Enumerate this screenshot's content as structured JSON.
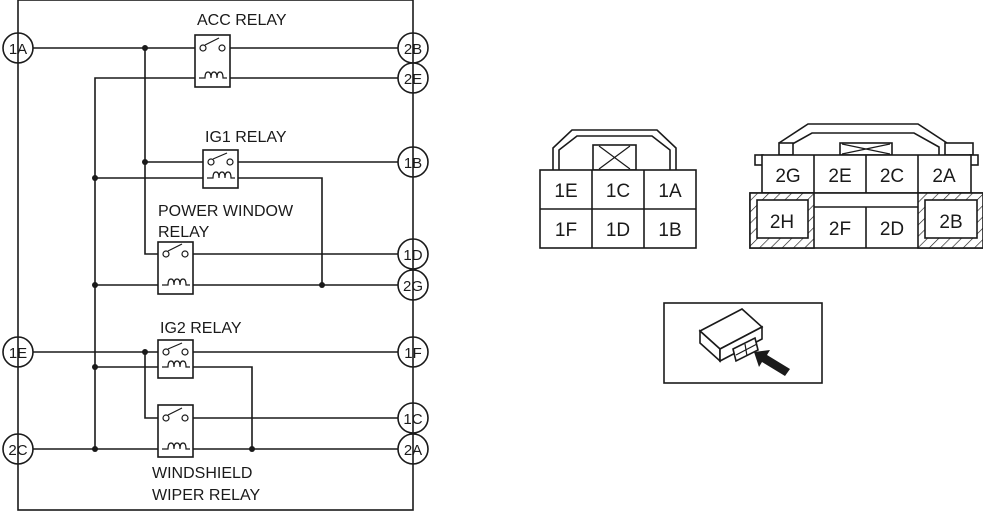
{
  "diagram": {
    "title": "Relay unit internal circuit and connector terminal layout",
    "relays": [
      {
        "id": "acc",
        "label_lines": [
          "ACC RELAY"
        ]
      },
      {
        "id": "ig1",
        "label_lines": [
          "IG1 RELAY"
        ]
      },
      {
        "id": "power-window",
        "label_lines": [
          "POWER WINDOW",
          "RELAY"
        ]
      },
      {
        "id": "ig2",
        "label_lines": [
          "IG2 RELAY"
        ]
      },
      {
        "id": "windshield-wiper",
        "label_lines": [
          "WINDSHIELD",
          "WIPER RELAY"
        ]
      }
    ],
    "terminals_left": [
      "1A",
      "1E",
      "2C"
    ],
    "terminals_right": [
      "2B",
      "2E",
      "1B",
      "1D",
      "2G",
      "1F",
      "1C",
      "2A"
    ],
    "connector1": {
      "rows": [
        [
          "1E",
          "1C",
          "1A"
        ],
        [
          "1F",
          "1D",
          "1B"
        ]
      ]
    },
    "connector2": {
      "top_row": [
        "2G",
        "2E",
        "2C",
        "2A"
      ],
      "bottom_row": [
        "2H",
        "2F",
        "2D",
        "2B"
      ]
    },
    "view_indicator": {
      "icon": "connector-view-arrow-icon"
    }
  }
}
